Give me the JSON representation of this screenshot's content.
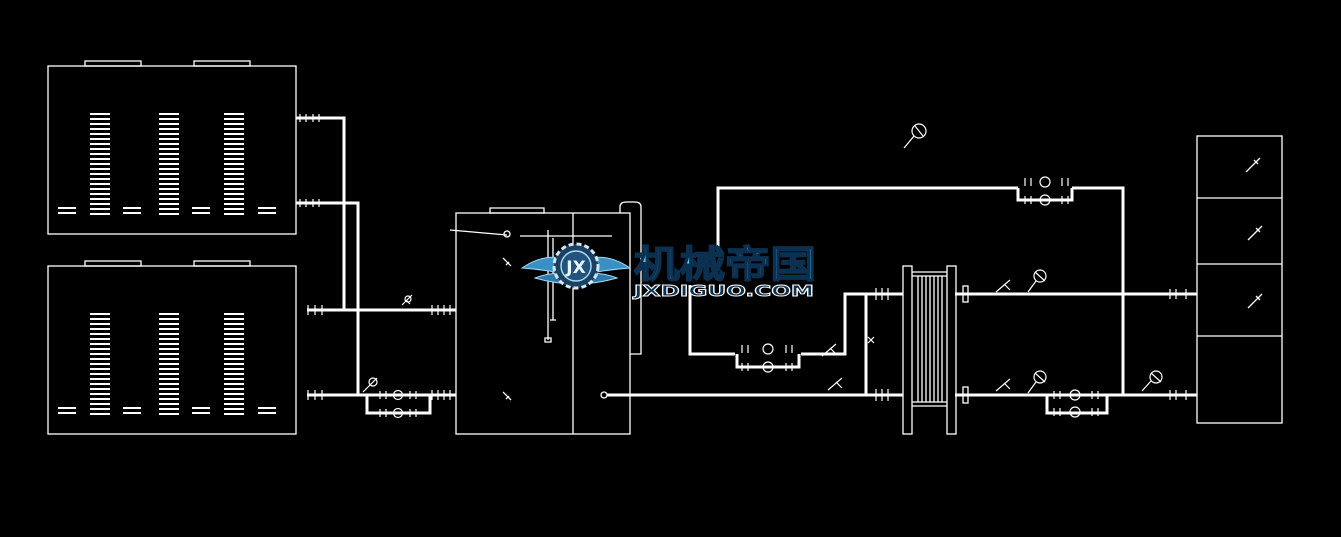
{
  "colors": {
    "background": "#000000",
    "line": "#ffffff",
    "logo_blue": "#4fb6e6",
    "logo_dark": "#1c4f7a",
    "logo_text_outline": "#0c3050"
  },
  "watermark": {
    "title_cn": "机械帝国",
    "site": "JXDIGUO.COM",
    "badge": "JX"
  }
}
